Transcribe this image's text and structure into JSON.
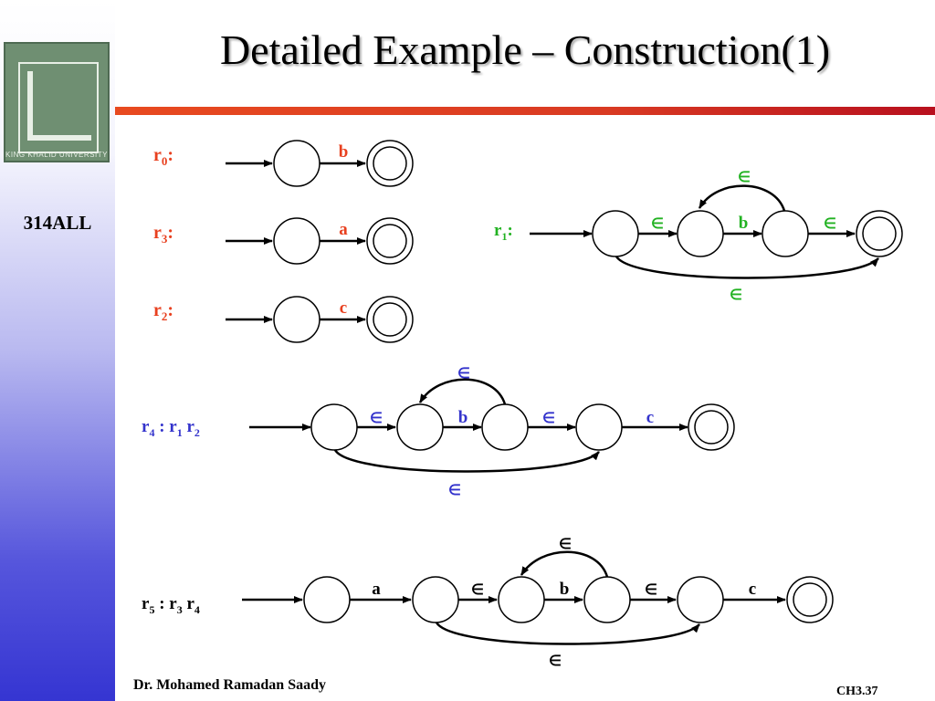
{
  "sidebar": {
    "logo_text": "KING KHALID UNIVERSITY",
    "course_code": "314ALL"
  },
  "slide": {
    "title": "Detailed Example – Construction(1)",
    "author": "Dr. Mohamed Ramadan Saady",
    "slide_number": "CH3.37"
  },
  "diagram": {
    "colors": {
      "red": "#e8401f",
      "green": "#22b222",
      "blue": "#3333cc",
      "black": "#000000"
    },
    "r0": {
      "name": "r",
      "sub": "0",
      "suffix": ":",
      "symbol": "b"
    },
    "r3": {
      "name": "r",
      "sub": "3",
      "suffix": ":",
      "symbol": "a"
    },
    "r2": {
      "name": "r",
      "sub": "2",
      "suffix": ":",
      "symbol": "c"
    },
    "r1": {
      "name": "r",
      "sub": "1",
      "suffix": ":",
      "symbol": "b",
      "epsilon": "∈"
    },
    "r4": {
      "label": [
        "r",
        "4",
        " : r",
        "1",
        " r",
        "2"
      ],
      "symbols": [
        "∈",
        "b",
        "∈",
        "c"
      ],
      "epsilon": "∈"
    },
    "r5": {
      "label": [
        "r",
        "5",
        " : r",
        "3",
        " r",
        "4"
      ],
      "symbols": [
        "a",
        "∈",
        "b",
        "∈",
        "c"
      ],
      "epsilon": "∈"
    }
  }
}
